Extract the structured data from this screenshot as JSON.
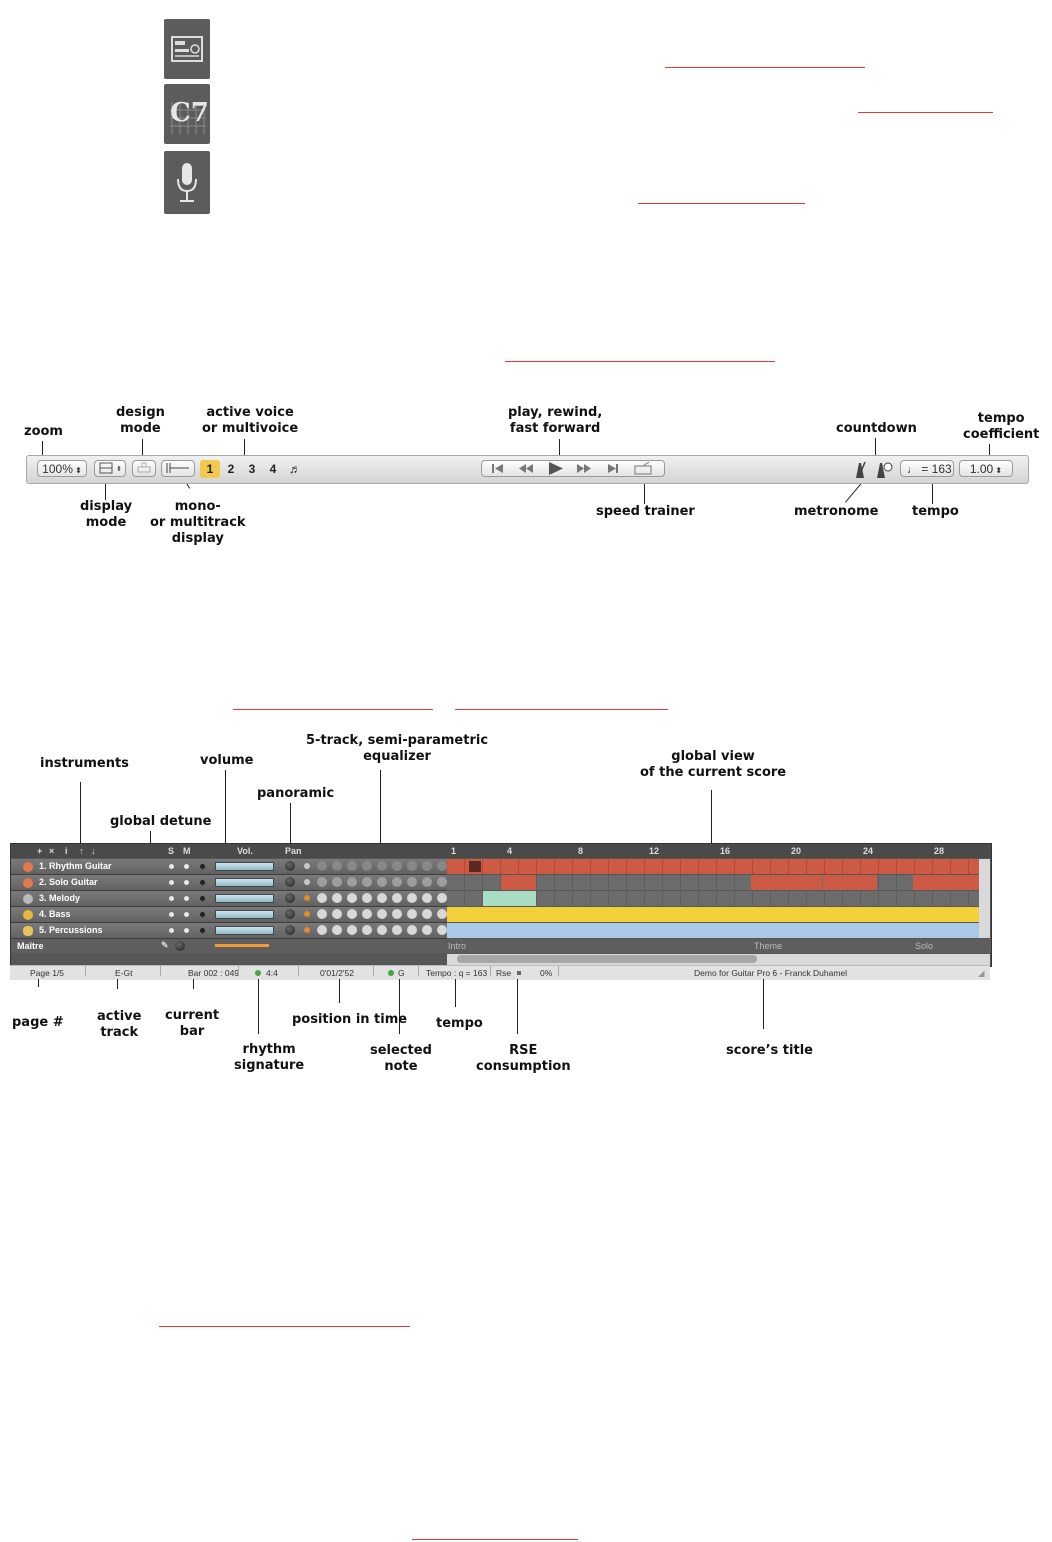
{
  "colors": {
    "link_underline": "#e23a3a",
    "icon_background": "#5c5c5c",
    "voice_active": "#f2c94c",
    "track_rhythm": "#cc5a44",
    "track_solo": "#cc5a44",
    "track_melody": "#a8dcc4",
    "track_bass": "#f2d03a",
    "track_percussions": "#a9c9e6",
    "mixer_background": "#575757"
  },
  "icons": [
    {
      "name": "rse-rack-icon",
      "label": ""
    },
    {
      "name": "chord-diagram-icon",
      "label": "C7"
    },
    {
      "name": "microphone-icon",
      "label": ""
    }
  ],
  "toolbar_annotations": {
    "zoom": "zoom",
    "design_mode": [
      "design",
      "mode"
    ],
    "active_voice": [
      "active voice",
      "or multivoice"
    ],
    "play": [
      "play, rewind,",
      "fast forward"
    ],
    "countdown": "countdown",
    "tempo_coefficient": [
      "tempo",
      "coefficient"
    ],
    "display_mode": [
      "display",
      "mode"
    ],
    "mono_multitrack": [
      "mono-",
      "or multitrack",
      "display"
    ],
    "speed_trainer": "speed trainer",
    "metronome": "metronome",
    "tempo": "tempo"
  },
  "toolbar": {
    "zoom_value": "100%",
    "voices": [
      "1",
      "2",
      "3",
      "4"
    ],
    "tempo_value": "= 163",
    "tempo_coefficient_value": "1.00"
  },
  "mixer_annotations": {
    "instruments": "instruments",
    "volume": "volume",
    "equalizer": [
      "5-track, semi-parametric",
      "equalizer"
    ],
    "global_view": [
      "global view",
      "of the current score"
    ],
    "panoramic": "panoramic",
    "global_detune": "global detune",
    "page": "page #",
    "active_track": [
      "active",
      "track"
    ],
    "current_bar": [
      "current",
      "bar"
    ],
    "position_in_time": "position in time",
    "tempo": "tempo",
    "rhythm_signature": [
      "rhythm",
      "signature"
    ],
    "selected_note": [
      "selected",
      "note"
    ],
    "rse_consumption": [
      "RSE",
      "consumption"
    ],
    "scores_title": "score’s title"
  },
  "mixer": {
    "header": {
      "s": "S",
      "m": "M",
      "vol": "Vol.",
      "pan": "Pan"
    },
    "header_tools": [
      "+",
      "×",
      "i",
      "↑",
      "↓"
    ],
    "tracks": [
      {
        "name": "1. Rhythm Guitar"
      },
      {
        "name": "2. Solo Guitar"
      },
      {
        "name": "3. Melody"
      },
      {
        "name": "4. Bass"
      },
      {
        "name": "5. Percussions"
      }
    ],
    "master": "Maître",
    "bar_numbers": [
      "1",
      "4",
      "8",
      "12",
      "16",
      "20",
      "24",
      "28"
    ],
    "sections": [
      "Intro",
      "Theme",
      "Solo"
    ]
  },
  "statusbar": {
    "page": "Page 1/5",
    "track": "E-Gt",
    "bar": "Bar 002 : 049",
    "signature": "4:4",
    "time": "0'01/2'52",
    "note": "G",
    "tempo": "Tempo : q = 163",
    "rse": "Rse",
    "rse_value": "0%",
    "title": "Demo for Guitar Pro 6 - Franck Duhamel"
  }
}
